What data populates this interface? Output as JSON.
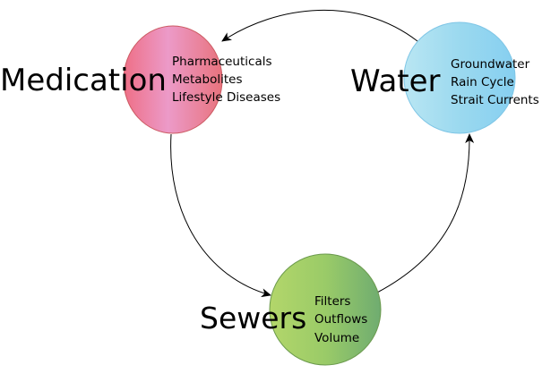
{
  "diagram": {
    "nodes": {
      "medication": {
        "title": "Medication",
        "items": [
          "Pharmaceuticals",
          "Metabolites",
          "Lifestyle Diseases"
        ],
        "gradient": [
          "#ee6f86",
          "#ec9ac8",
          "#e8737d"
        ],
        "stroke": "#cc5a62"
      },
      "water": {
        "title": "Water",
        "items": [
          "Groundwater",
          "Rain Cycle",
          "Strait Currents"
        ],
        "gradient": [
          "#b9e6f3",
          "#9bd9ef",
          "#86cff0"
        ],
        "stroke": "#7fc6e6"
      },
      "sewers": {
        "title": "Sewers",
        "items": [
          "Filters",
          "Outflows",
          "Volume"
        ],
        "gradient": [
          "#b3d66a",
          "#9acb68",
          "#6fac70"
        ],
        "stroke": "#6b9a4d"
      }
    },
    "arrow_color": "#000000"
  }
}
